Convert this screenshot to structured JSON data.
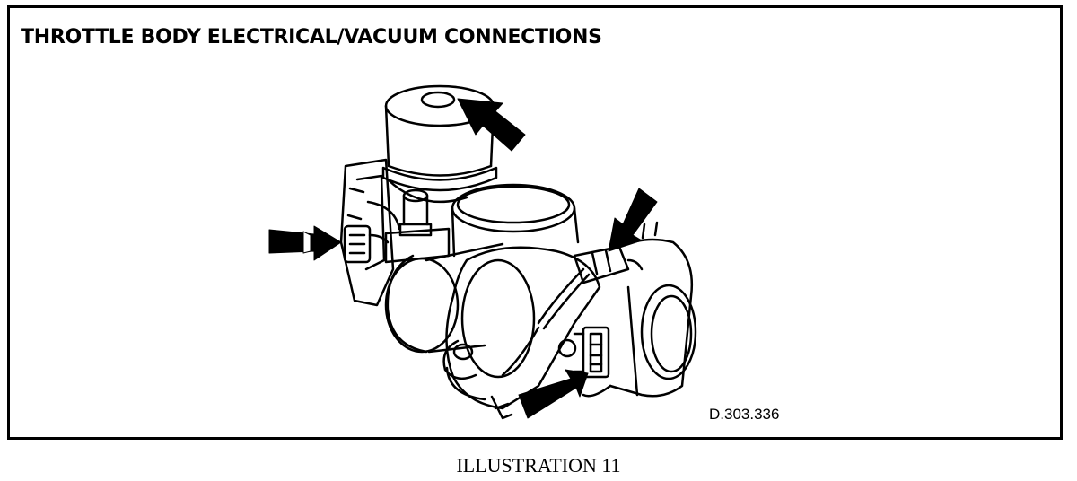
{
  "diagram": {
    "title": "THROTTLE BODY ELECTRICAL/VACUUM CONNECTIONS",
    "reference_code": "D.303.336",
    "caption": "ILLUSTRATION 11"
  },
  "arrows": [
    {
      "name": "arrow-top-vacuum",
      "target": "top canister port"
    },
    {
      "name": "arrow-left-connector",
      "target": "left side connector"
    },
    {
      "name": "arrow-right-upper",
      "target": "upper sensor clip"
    },
    {
      "name": "arrow-bottom-connector",
      "target": "throttle position sensor connector"
    }
  ],
  "colors": {
    "line": "#000000",
    "background": "#ffffff"
  }
}
